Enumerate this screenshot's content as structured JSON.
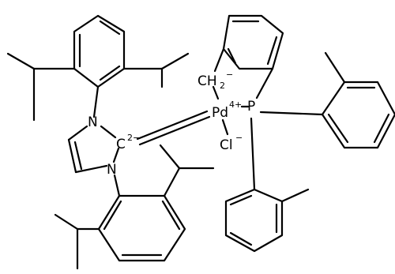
{
  "molecule": {
    "atoms": {
      "n_top": "N",
      "n_bottom": "N",
      "carbene_c": "C",
      "carbene_charge": "2−",
      "pd": "Pd",
      "pd_charge": "4+",
      "p": "P",
      "ch2": "CH",
      "ch2_sub": "2",
      "ch2_charge": "−",
      "cl": "Cl",
      "cl_charge": "−"
    }
  }
}
